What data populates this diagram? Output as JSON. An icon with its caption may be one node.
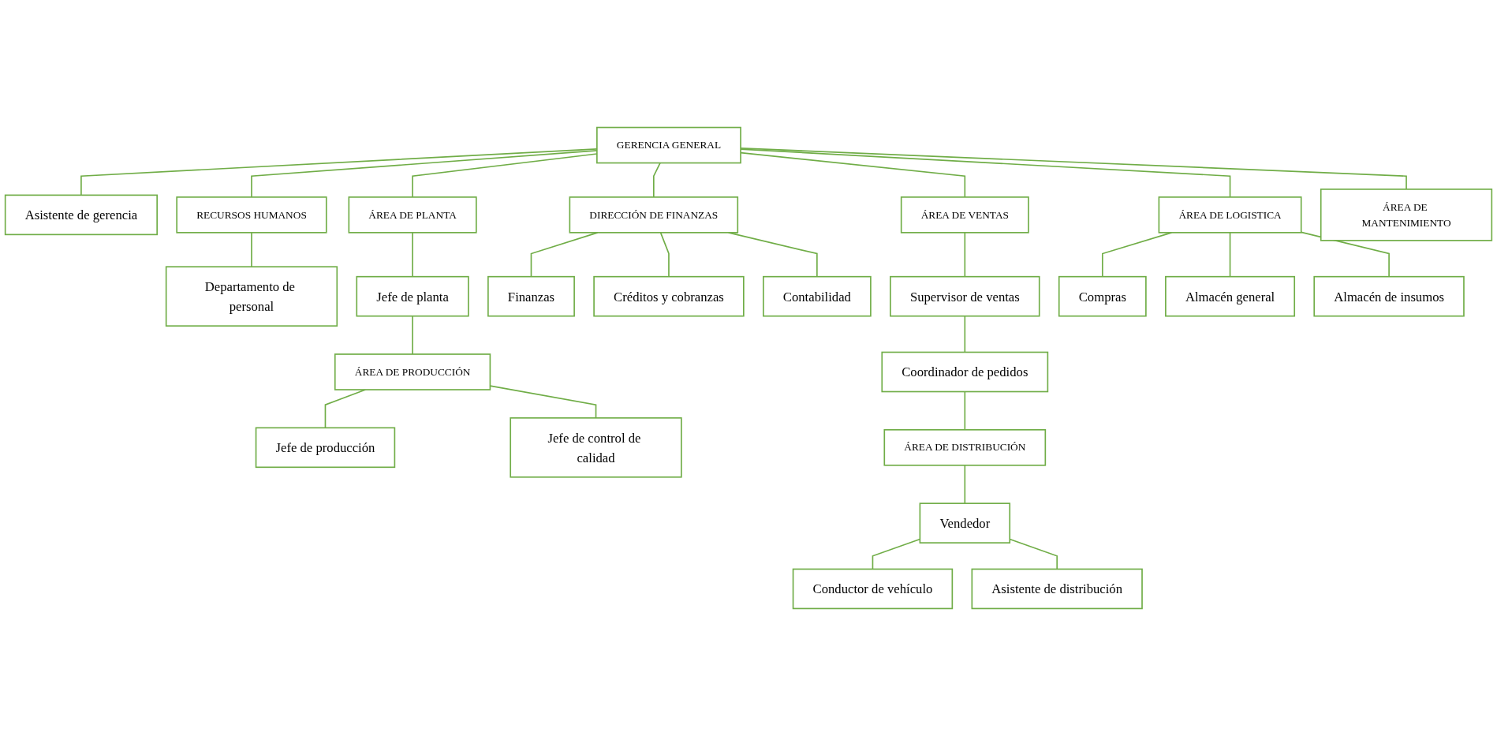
{
  "diagram": {
    "nodes": [
      {
        "text": [
          "GERENCIA GENERAL"
        ]
      },
      {
        "text": [
          "Asistente de gerencia"
        ]
      },
      {
        "text": [
          "RECURSOS HUMANOS"
        ]
      },
      {
        "text": [
          "ÁREA DE PLANTA"
        ]
      },
      {
        "text": [
          "DIRECCIÓN DE FINANZAS"
        ]
      },
      {
        "text": [
          "ÁREA DE VENTAS"
        ]
      },
      {
        "text": [
          "ÁREA DE LOGISTICA"
        ]
      },
      {
        "text": [
          "ÁREA DE MANTENIMIENTO"
        ]
      },
      {
        "text": [
          "Departamento de personal"
        ]
      },
      {
        "text": [
          "Jefe de planta"
        ]
      },
      {
        "text": [
          "ÁREA DE PRODUCCIÓN"
        ]
      },
      {
        "text": [
          "Jefe de producción"
        ]
      },
      {
        "text": [
          "Jefe de control de calidad"
        ]
      },
      {
        "text": [
          "Finanzas"
        ]
      },
      {
        "text": [
          "Créditos y cobranzas"
        ]
      },
      {
        "text": [
          "Contabilidad"
        ]
      },
      {
        "text": [
          "Supervisor de ventas"
        ]
      },
      {
        "text": [
          "Coordinador de pedidos"
        ]
      },
      {
        "text": [
          "ÁREA DE DISTRIBUCIÓN"
        ]
      },
      {
        "text": [
          "Vendedor"
        ]
      },
      {
        "text": [
          "Conductor de vehículo"
        ]
      },
      {
        "text": [
          "Asistente de distribución"
        ]
      },
      {
        "text": [
          "Compras"
        ]
      },
      {
        "text": [
          "Almacén general"
        ]
      },
      {
        "text": [
          "Almacén de insumos"
        ]
      }
    ],
    "edges": [
      {
        "from": 0,
        "to": 1,
        "arrow": "none"
      },
      {
        "from": 0,
        "to": 2,
        "arrow": "none"
      },
      {
        "from": 0,
        "to": 3,
        "arrow": "none"
      },
      {
        "from": 0,
        "to": 4,
        "arrow": "none"
      },
      {
        "from": 0,
        "to": 5,
        "arrow": "none"
      },
      {
        "from": 0,
        "to": 6,
        "arrow": "none"
      },
      {
        "from": 0,
        "to": 7,
        "arrow": "none"
      },
      {
        "from": 2,
        "to": 8,
        "arrow": "none"
      },
      {
        "from": 3,
        "to": 9,
        "arrow": "none"
      },
      {
        "from": 9,
        "to": 10,
        "arrow": "none"
      },
      {
        "from": 10,
        "to": 11,
        "arrow": "none"
      },
      {
        "from": 10,
        "to": 12,
        "arrow": "none"
      },
      {
        "from": 4,
        "to": 13,
        "arrow": "none"
      },
      {
        "from": 4,
        "to": 14,
        "arrow": "none"
      },
      {
        "from": 4,
        "to": 15,
        "arrow": "none"
      },
      {
        "from": 5,
        "to": 16,
        "arrow": "none"
      },
      {
        "from": 16,
        "to": 17,
        "arrow": "none"
      },
      {
        "from": 17,
        "to": 18,
        "arrow": "none"
      },
      {
        "from": 18,
        "to": 19,
        "arrow": "none"
      },
      {
        "from": 19,
        "to": 20,
        "arrow": "none"
      },
      {
        "from": 19,
        "to": 21,
        "arrow": "none"
      },
      {
        "from": 6,
        "to": 22,
        "arrow": "none"
      },
      {
        "from": 6,
        "to": 23,
        "arrow": "none"
      },
      {
        "from": 6,
        "to": 24,
        "arrow": "none"
      }
    ]
  }
}
